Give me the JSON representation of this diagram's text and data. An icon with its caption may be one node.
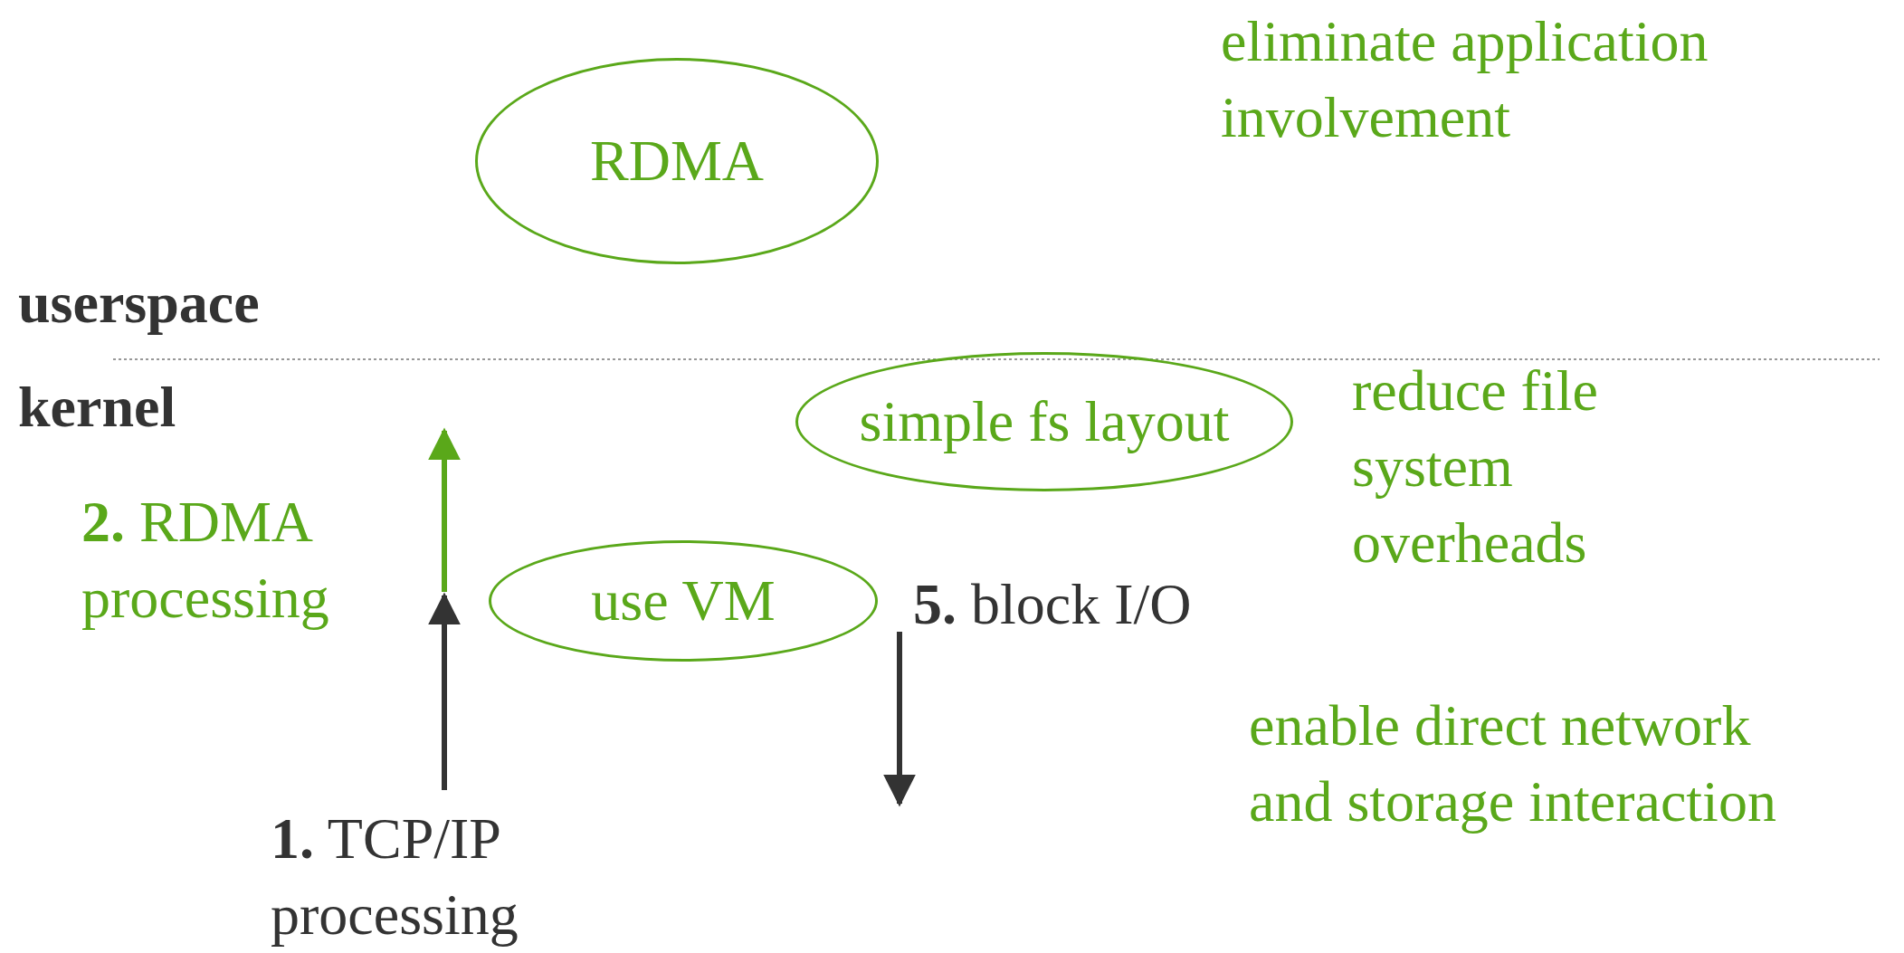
{
  "diagram": {
    "nodes": [
      {
        "text": [
          "RDMA"
        ]
      },
      {
        "text": [
          "simple fs layout"
        ]
      },
      {
        "text": [
          "use VM"
        ]
      },
      {
        "text": [
          "**1.** TCP/IP processing"
        ]
      },
      {
        "text": [
          "**5.** block I/O"
        ]
      }
    ],
    "edges": [
      {
        "from": 3,
        "to": 2,
        "arrow": "to"
      },
      {
        "from": 4,
        "to": null,
        "arrow": "to"
      }
    ],
    "labels": [
      "eliminate application involvement",
      "userspace",
      "kernel",
      "reduce file system overheads",
      "**2.** RDMA processing",
      "enable direct network and storage interaction"
    ]
  }
}
